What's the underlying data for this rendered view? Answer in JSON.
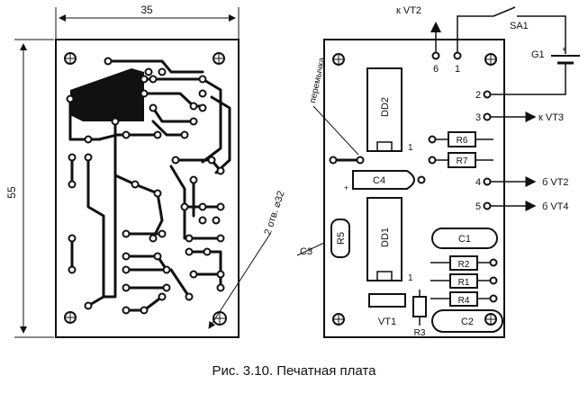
{
  "caption": "Рис. 3.10. Печатная плата",
  "dimensions": {
    "width": "35",
    "height": "55",
    "hole": "2 отв. ⌀32"
  },
  "labels": {
    "jumper": "перемычка",
    "to_vt2": "к VT2",
    "to_vt3": "к VT3",
    "pin6": "6",
    "pin1": "1",
    "pin2": "2",
    "pin3": "3",
    "pin4": "4",
    "pin5": "5",
    "base_vt2": "б VT2",
    "base_vt4": "б VT4",
    "plus": "+",
    "dd2_pin1": "1",
    "dd1_pin1": "1"
  },
  "components": {
    "sa1": "SA1",
    "g1": "G1",
    "dd2": "DD2",
    "dd1": "DD1",
    "r6": "R6",
    "r7": "R7",
    "c4": "C4",
    "r5": "R5",
    "c3": "C3",
    "c1": "C1",
    "r2": "R2",
    "r1": "R1",
    "r4": "R4",
    "vt1": "VT1",
    "c2": "C2",
    "r3": "R3"
  }
}
